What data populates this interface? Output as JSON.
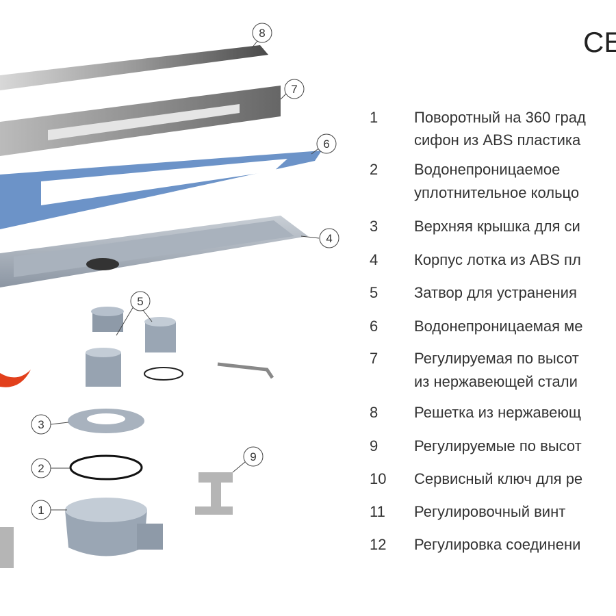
{
  "title": "СЕ",
  "callouts": [
    "1",
    "2",
    "3",
    "4",
    "5",
    "6",
    "7",
    "8",
    "9"
  ],
  "legend": [
    {
      "num": "1",
      "lines": [
        "Поворотный на 360 град",
        "сифон из ABS пластика"
      ]
    },
    {
      "num": "2",
      "lines": [
        "Водонепроницаемое",
        "уплотнительное кольцо"
      ]
    },
    {
      "num": "3",
      "lines": [
        "Верхняя крышка для си"
      ]
    },
    {
      "num": "4",
      "lines": [
        "Корпус лотка из ABS пл"
      ]
    },
    {
      "num": "5",
      "lines": [
        "Затвор для устранения"
      ]
    },
    {
      "num": "6",
      "lines": [
        "Водонепроницаемая ме"
      ]
    },
    {
      "num": "7",
      "lines": [
        "Регулируемая по высот",
        "из нержавеющей стали"
      ]
    },
    {
      "num": "8",
      "lines": [
        "Решетка из нержавеющ"
      ]
    },
    {
      "num": "9",
      "lines": [
        "Регулируемые по высот"
      ]
    },
    {
      "num": "10",
      "lines": [
        "Сервисный ключ для ре"
      ]
    },
    {
      "num": "11",
      "lines": [
        "Регулировочный винт"
      ]
    },
    {
      "num": "12",
      "lines": [
        "Регулировка соединени"
      ]
    }
  ]
}
